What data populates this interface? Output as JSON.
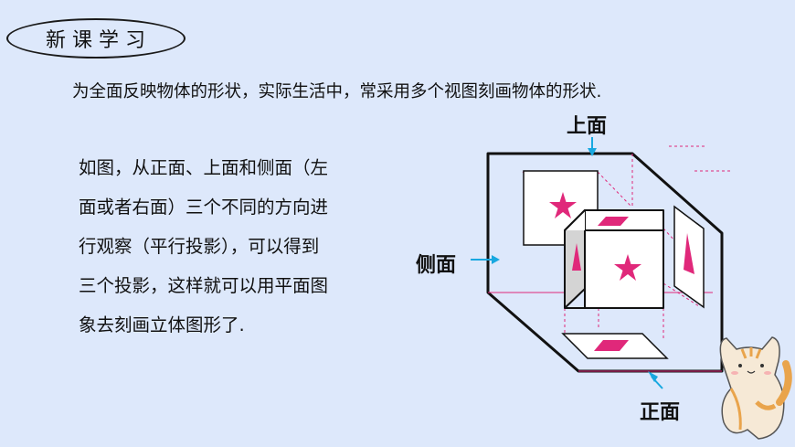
{
  "badge": "新课学习",
  "intro": "为全面反映物体的形状，实际生活中，常采用多个视图刻画物体的形状.",
  "paragraph": [
    "如图，从正面、上面和侧面（左",
    "面或者右面）三个不同的方向进",
    "行观察（平行投影），可以得到",
    "三个投影，这样就可以用平面图",
    "象去刻画立体图形了."
  ],
  "labels": {
    "top": "上面",
    "side": "侧面",
    "front": "正面"
  },
  "colors": {
    "background": "#dde8fb",
    "accent_magenta": "#e0287a",
    "arrow_cyan": "#18a8e0"
  }
}
